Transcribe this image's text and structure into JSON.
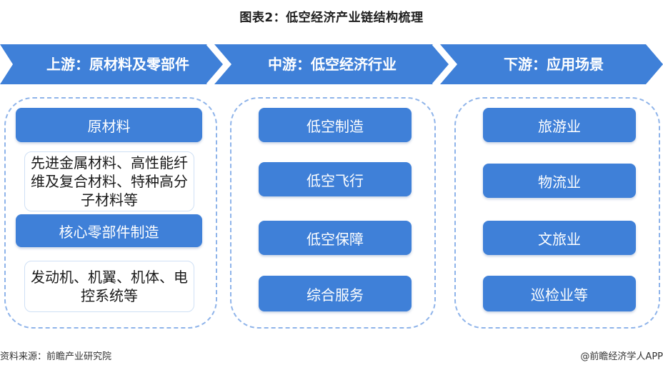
{
  "title": "图表2：低空经济产业链结构梳理",
  "stages": {
    "upstream": {
      "label": "上游：原材料及零部件"
    },
    "midstream": {
      "label": "中游：低空经济行业"
    },
    "downstream": {
      "label": "下游：应用场景"
    }
  },
  "upstream": {
    "raw_materials": "原材料",
    "raw_materials_detail": "先进金属材料、高性能纤维及复合材料、特种高分子材料等",
    "core_parts": "核心零部件制造",
    "core_parts_detail": "发动机、机翼、机体、电控系统等"
  },
  "midstream": {
    "items": [
      "低空制造",
      "低空飞行",
      "低空保障",
      "综合服务"
    ]
  },
  "downstream": {
    "items": [
      "旅游业",
      "物流业",
      "文旅业",
      "巡检业等"
    ]
  },
  "footer": {
    "source": "资料来源：前瞻产业研究院",
    "credit": "@前瞻经济学人APP"
  },
  "colors": {
    "ribbon": "#3f80d8",
    "button": "#3f80d8",
    "panel_border": "#8fb4ea"
  }
}
